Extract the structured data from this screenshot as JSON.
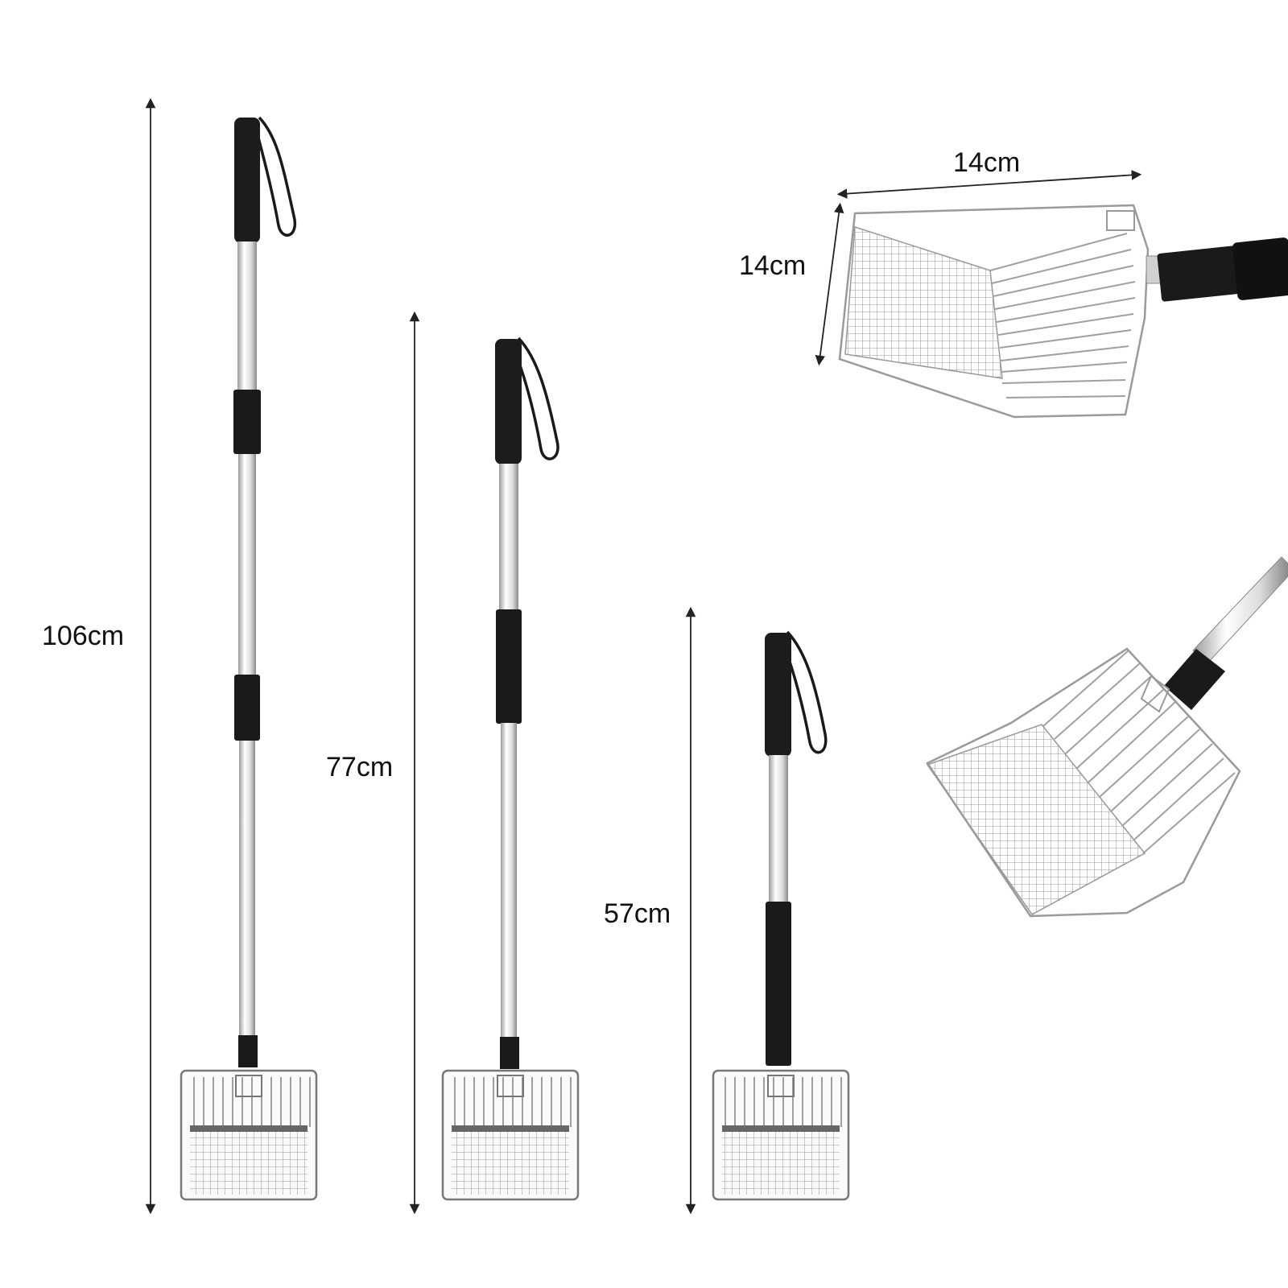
{
  "dimensions": {
    "extended_length": "106cm",
    "medium_length": "77cm",
    "short_length": "57cm",
    "scoop_width": "14cm",
    "scoop_depth": "14cm"
  },
  "colors": {
    "grip": "#1a1a1a",
    "pole": "#e6e6e6",
    "pole_edge": "#9a9a9a",
    "mesh": "#8c8c8c",
    "arrow": "#222222"
  },
  "icons": {
    "scoop": "mesh-scoop-icon",
    "handle": "telescopic-handle-icon"
  }
}
